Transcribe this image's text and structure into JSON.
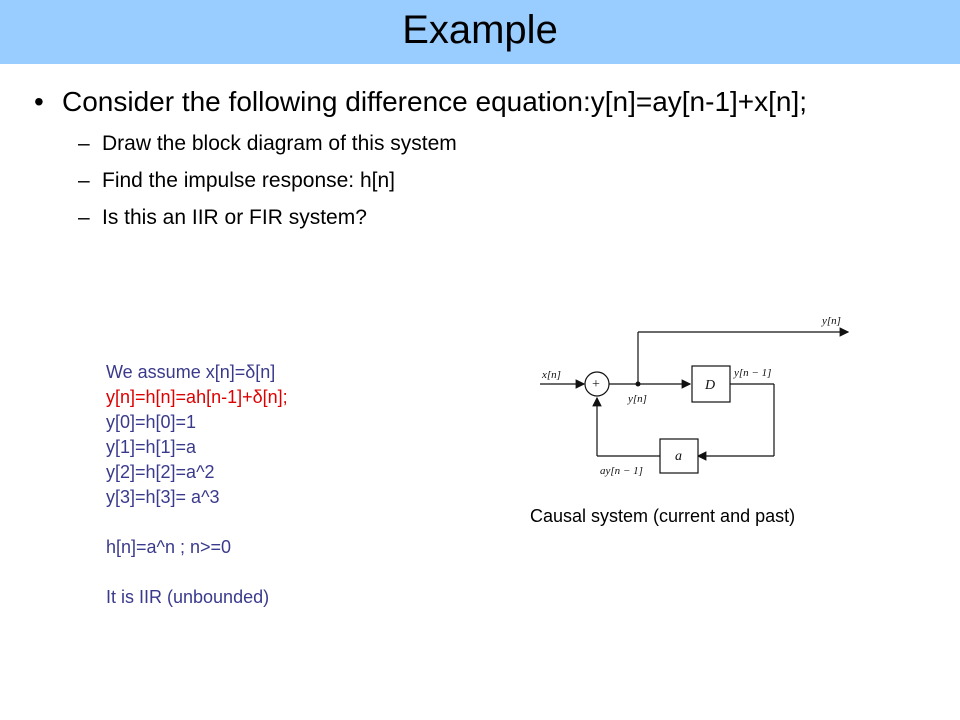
{
  "slide": {
    "title": "Example",
    "main_bullet": "Consider the following difference equation:y[n]=ay[n-1]+x[n];",
    "sub_items": [
      "Draw the block diagram of this system",
      "Find the impulse response: h[n]",
      "Is this an IIR or FIR system?"
    ]
  },
  "derivation": {
    "lines": [
      {
        "text": "We assume x[n]=δ[n]",
        "color": "#3a3a8c"
      },
      {
        "text": "y[n]=h[n]=ah[n-1]+δ[n];",
        "color": "#dd0000"
      },
      {
        "text": "y[0]=h[0]=1",
        "color": "#3a3a8c"
      },
      {
        "text": "y[1]=h[1]=a",
        "color": "#3a3a8c"
      },
      {
        "text": "y[2]=h[2]=a^2",
        "color": "#3a3a8c"
      },
      {
        "text": "y[3]=h[3]= a^3",
        "color": "#3a3a8c"
      },
      {
        "text": "h[n]=a^n ; n>=0",
        "color": "#3a3a8c"
      },
      {
        "text": "It is IIR (unbounded)",
        "color": "#3a3a8c"
      }
    ]
  },
  "diagram": {
    "labels": {
      "input": "x[n]",
      "output": "y[n]",
      "adder": "+",
      "adder_out": "y[n]",
      "delay_block": "D",
      "delay_out": "y[n − 1]",
      "gain_block": "a",
      "gain_out": "ay[n − 1]"
    },
    "caption": "Causal system (current and past)"
  },
  "colors": {
    "title_bar": "#99ccff",
    "derivation_text": "#3a3a8c",
    "highlight": "#dd0000"
  }
}
